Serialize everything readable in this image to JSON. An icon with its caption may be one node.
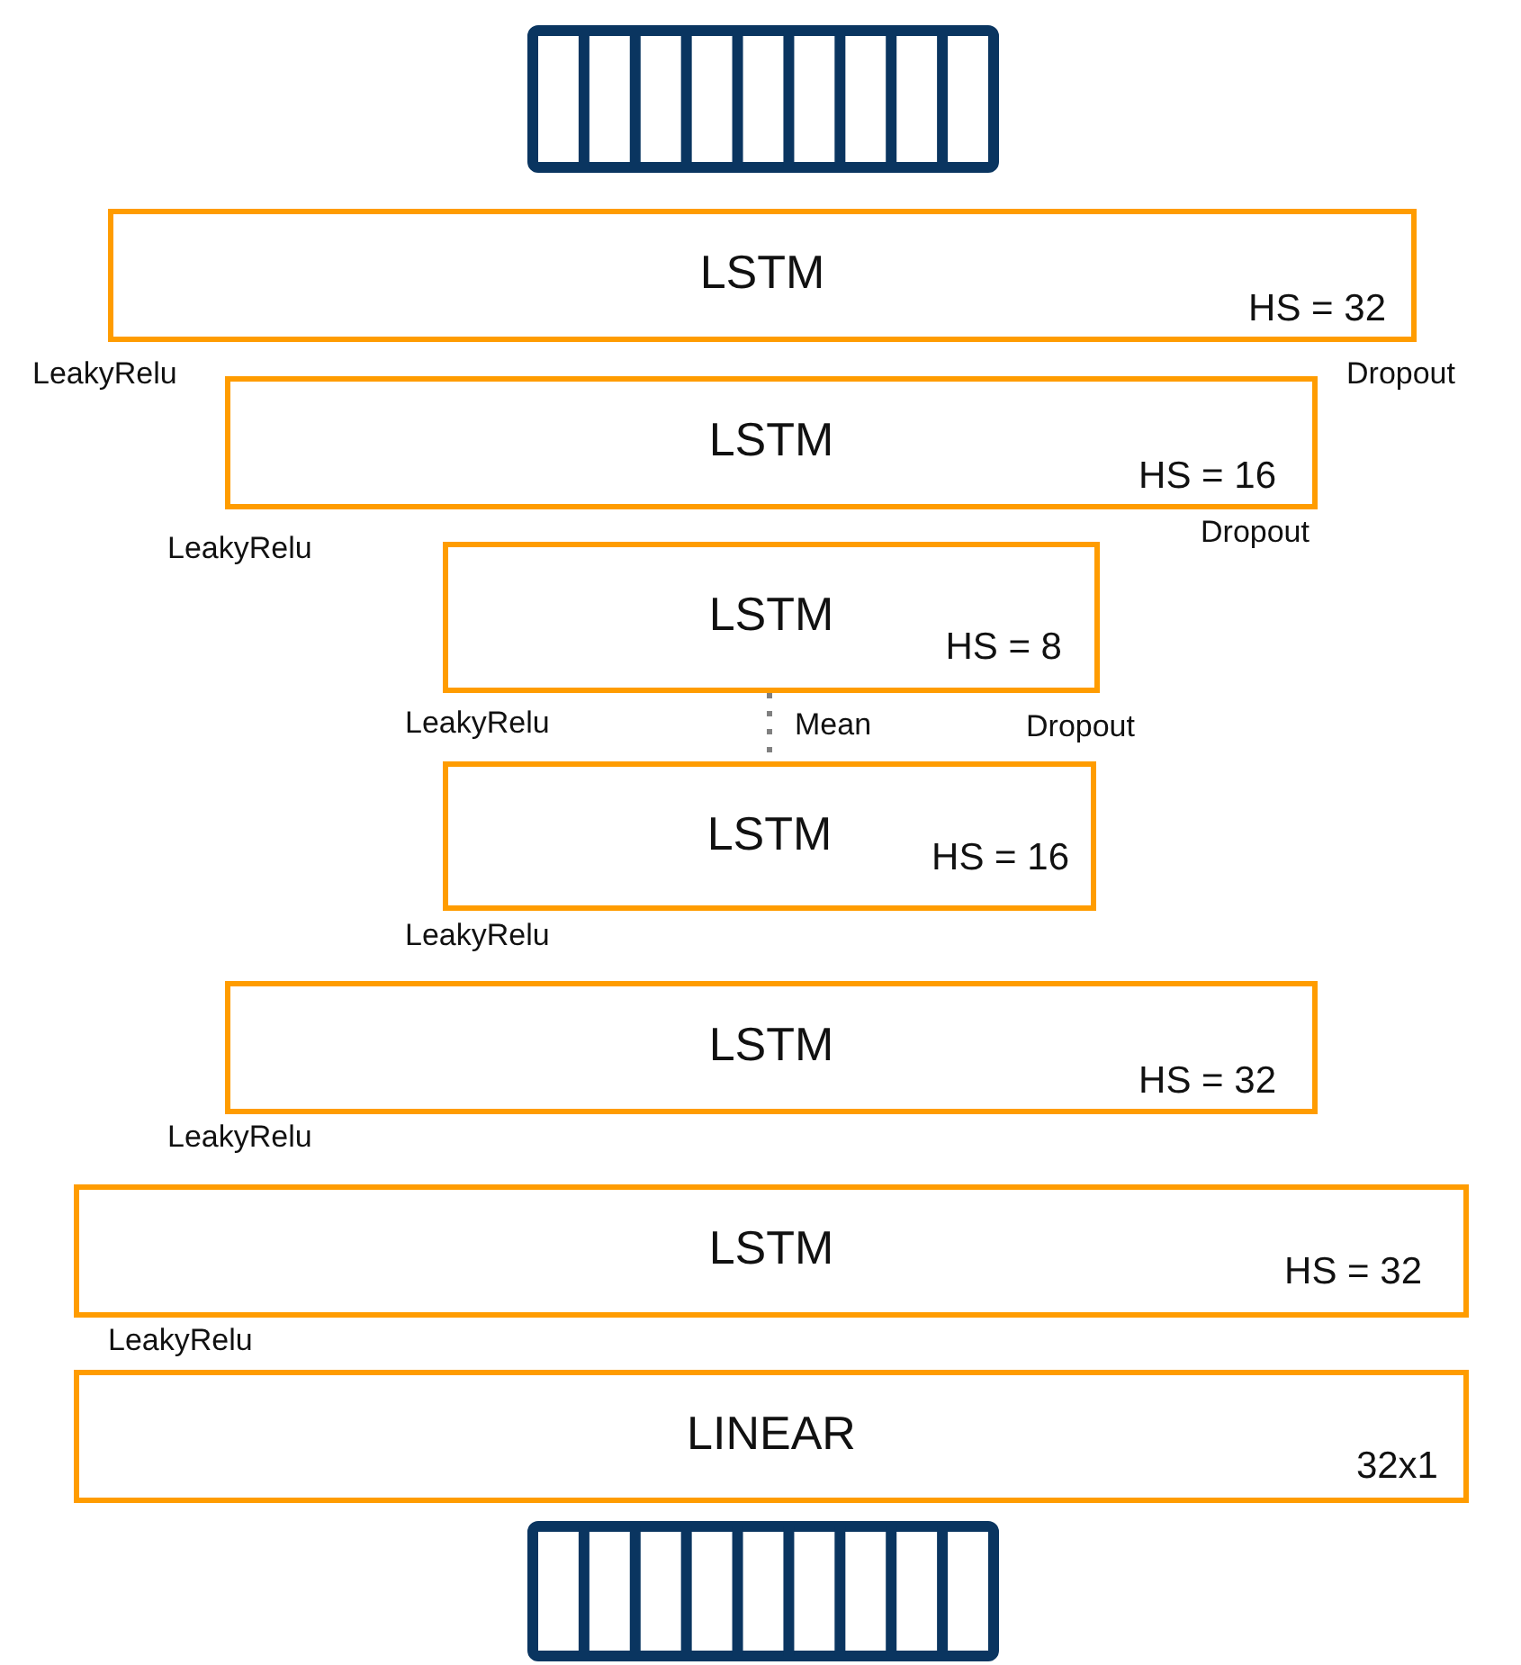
{
  "diagram": {
    "nodes": [
      {
        "text": [],
        "shape": "bar"
      },
      {
        "text": [
          "LSTM",
          "HS = 32"
        ]
      },
      {
        "text": [
          "LSTM",
          "HS = 16"
        ]
      },
      {
        "text": [
          "LSTM",
          "HS = 8"
        ]
      },
      {
        "text": [
          "LSTM",
          "HS = 16"
        ]
      },
      {
        "text": [
          "LSTM",
          "HS = 32"
        ]
      },
      {
        "text": [
          "LSTM",
          "HS = 32"
        ]
      },
      {
        "text": [
          "LINEAR",
          "32x1"
        ]
      },
      {
        "text": [],
        "shape": "bar"
      }
    ],
    "edges": [
      {
        "from": 3,
        "to": 4,
        "arrow": "none",
        "label": "Mean",
        "style": "dashed",
        "color": "#808080"
      }
    ],
    "labels": [
      "LeakyRelu",
      "Dropout",
      "Dropout",
      "LeakyRelu",
      "LeakyRelu",
      "Dropout",
      "LeakyRelu",
      "LeakyRelu",
      "LeakyRelu"
    ]
  }
}
